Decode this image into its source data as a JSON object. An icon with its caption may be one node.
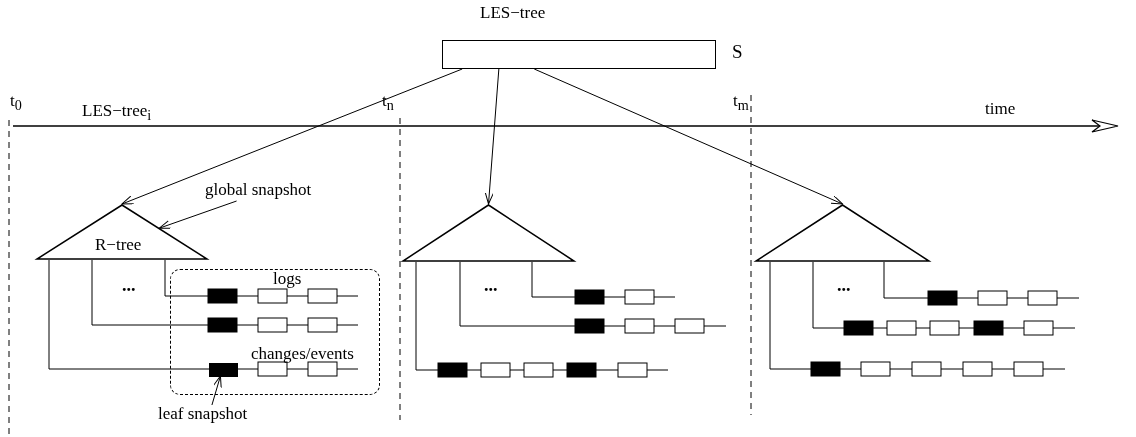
{
  "diagram": {
    "nodes": [
      {
        "text": [
          "LES−tree"
        ],
        "beside": [
          "S"
        ]
      },
      {
        "text": [
          "R−tree"
        ]
      },
      {
        "text": [],
        "shape": "triangle"
      },
      {
        "text": [],
        "shape": "triangle"
      },
      {
        "text": [
          "global snapshot"
        ]
      },
      {
        "text": [
          "leaf snapshot"
        ]
      },
      {
        "text": [
          "logs",
          "changes/events"
        ]
      },
      {
        "text": [],
        "shape": "box",
        "in": 6
      }
    ],
    "edges": [
      {
        "from": 0,
        "to": 1,
        "arrow": "to"
      },
      {
        "from": 0,
        "to": 2,
        "arrow": "to"
      },
      {
        "from": 0,
        "to": 3,
        "arrow": "to"
      },
      {
        "from": 4,
        "to": 1,
        "arrow": "to"
      },
      {
        "from": 5,
        "to": 7,
        "arrow": "to"
      }
    ],
    "labels": [
      "t$_{0}$",
      "LES−tree$_{i}$",
      "t$_{n}$",
      "t$_{m}$",
      "time",
      "...",
      "...",
      "..."
    ]
  }
}
